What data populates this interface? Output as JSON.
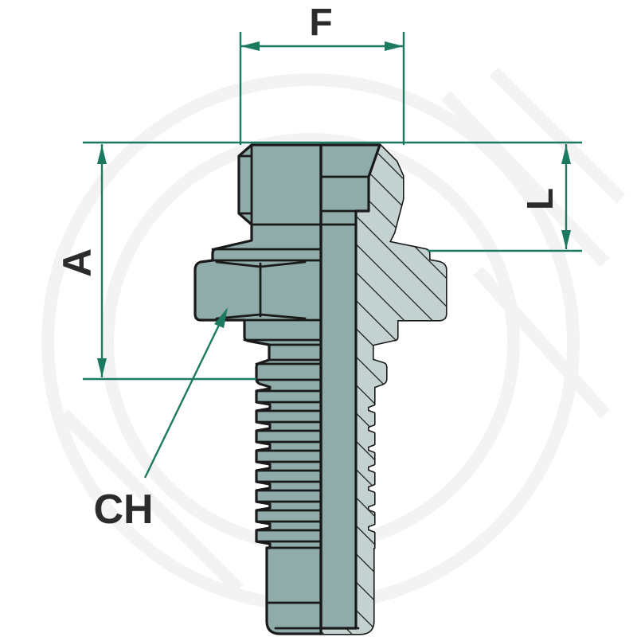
{
  "diagram": {
    "type": "technical-drawing",
    "subject": "hose fitting male straight, half-section view",
    "labels": {
      "f": "F",
      "a": "A",
      "l": "L",
      "ch": "CH"
    }
  },
  "colors": {
    "dimension_line": "#1B7A60",
    "label_text": "#2B2B2B",
    "body_fill": "#8FACAA",
    "section_fill": "#C3D2D0",
    "outline": "#1A1A1A",
    "background": "#FFFFFF"
  }
}
